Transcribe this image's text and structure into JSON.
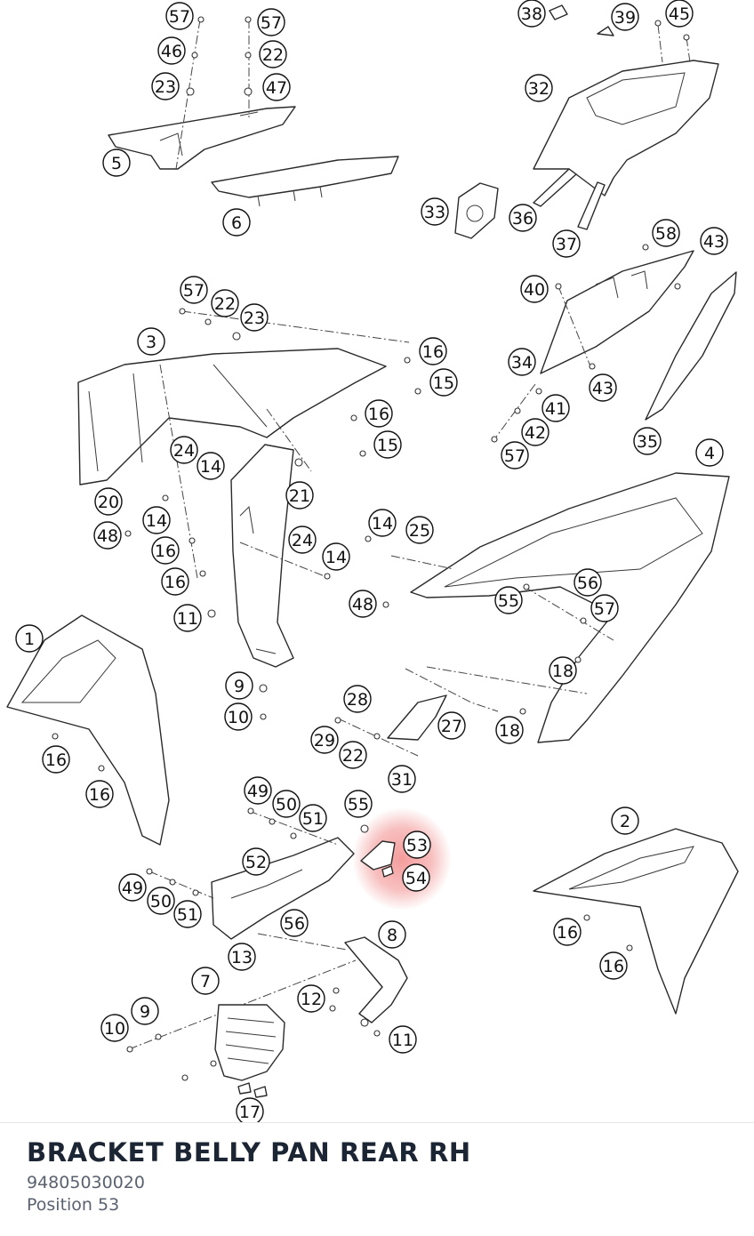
{
  "selected_part": {
    "name": "BRACKET BELLY PAN REAR RH",
    "number": "94805030020",
    "position_label": "Position 53"
  },
  "highlight_color": "#f28b8b",
  "callouts": [
    "57",
    "46",
    "23",
    "57",
    "22",
    "47",
    "5",
    "6",
    "38",
    "39",
    "45",
    "32",
    "33",
    "36",
    "37",
    "58",
    "43",
    "40",
    "34",
    "43",
    "41",
    "42",
    "57",
    "35",
    "3",
    "57",
    "22",
    "23",
    "16",
    "15",
    "16",
    "15",
    "24",
    "14",
    "21",
    "20",
    "14",
    "48",
    "16",
    "16",
    "24",
    "14",
    "11",
    "4",
    "14",
    "25",
    "48",
    "55",
    "56",
    "57",
    "1",
    "9",
    "10",
    "18",
    "28",
    "27",
    "29",
    "22",
    "18",
    "31",
    "16",
    "16",
    "49",
    "50",
    "51",
    "55",
    "53",
    "54",
    "52",
    "49",
    "50",
    "51",
    "56",
    "2",
    "13",
    "8",
    "16",
    "16",
    "7",
    "12",
    "9",
    "10",
    "11",
    "17"
  ]
}
